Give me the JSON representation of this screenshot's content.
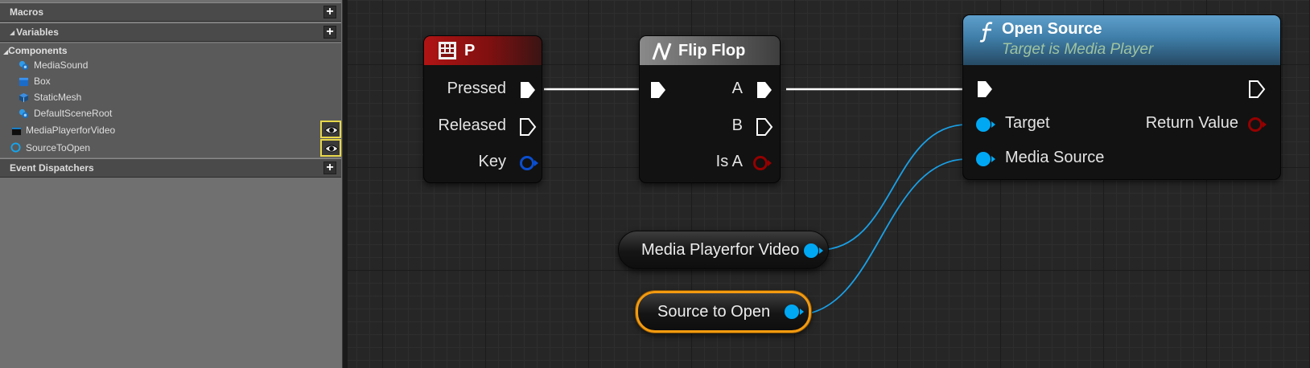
{
  "left_panel": {
    "sections": {
      "macros": {
        "label": "Macros"
      },
      "variables": {
        "label": "Variables"
      },
      "event_dispatchers": {
        "label": "Event Dispatchers"
      }
    },
    "components_label": "Components",
    "components": [
      {
        "label": "MediaSound",
        "icon": "media-sound-icon"
      },
      {
        "label": "Box",
        "icon": "box-icon"
      },
      {
        "label": "StaticMesh",
        "icon": "static-mesh-icon"
      },
      {
        "label": "DefaultSceneRoot",
        "icon": "scene-root-icon"
      }
    ],
    "variables": [
      {
        "label": "MediaPlayerforVideo",
        "icon": "media-player-icon"
      },
      {
        "label": "SourceToOpen",
        "icon": "variable-circle-icon"
      }
    ],
    "add_label": "+"
  },
  "graph": {
    "nodes": {
      "p_event": {
        "title": "P",
        "pins": {
          "pressed": "Pressed",
          "released": "Released",
          "key": "Key"
        }
      },
      "flip_flop": {
        "title": "Flip Flop",
        "pins": {
          "a": "A",
          "b": "B",
          "is_a": "Is A"
        }
      },
      "open_source": {
        "title": "Open Source",
        "subtitle": "Target is Media Player",
        "icon": "function-icon",
        "pins": {
          "target": "Target",
          "media_source": "Media Source",
          "return_value": "Return Value"
        }
      }
    },
    "var_nodes": {
      "media_player": {
        "label": "Media Playerfor Video"
      },
      "source_to_open": {
        "label": "Source to Open",
        "selected": true
      }
    }
  },
  "colors": {
    "object_pin": "#00a8f4",
    "bool_pin": "#950000",
    "struct_pin": "#0a4ed0",
    "exec_pin": "#ffffff",
    "selection": "#f39a0f",
    "event_header": "#b81414",
    "function_header": "#4f8fb8"
  }
}
